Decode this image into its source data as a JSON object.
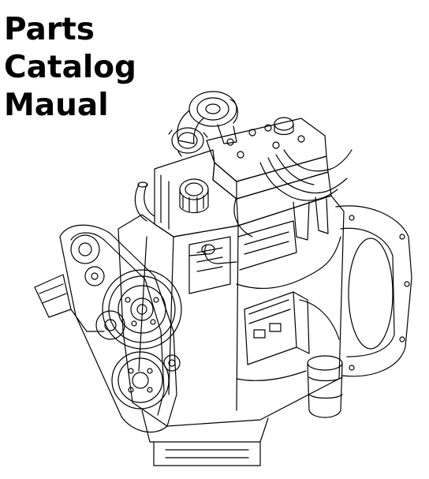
{
  "title": {
    "line1": "Parts",
    "line2": "Catalog",
    "line3": "Maual"
  },
  "illustration": {
    "subject_icon": "diesel-engine-line-drawing"
  },
  "colors": {
    "text": "#000000",
    "background": "#ffffff",
    "line": "#000000"
  }
}
